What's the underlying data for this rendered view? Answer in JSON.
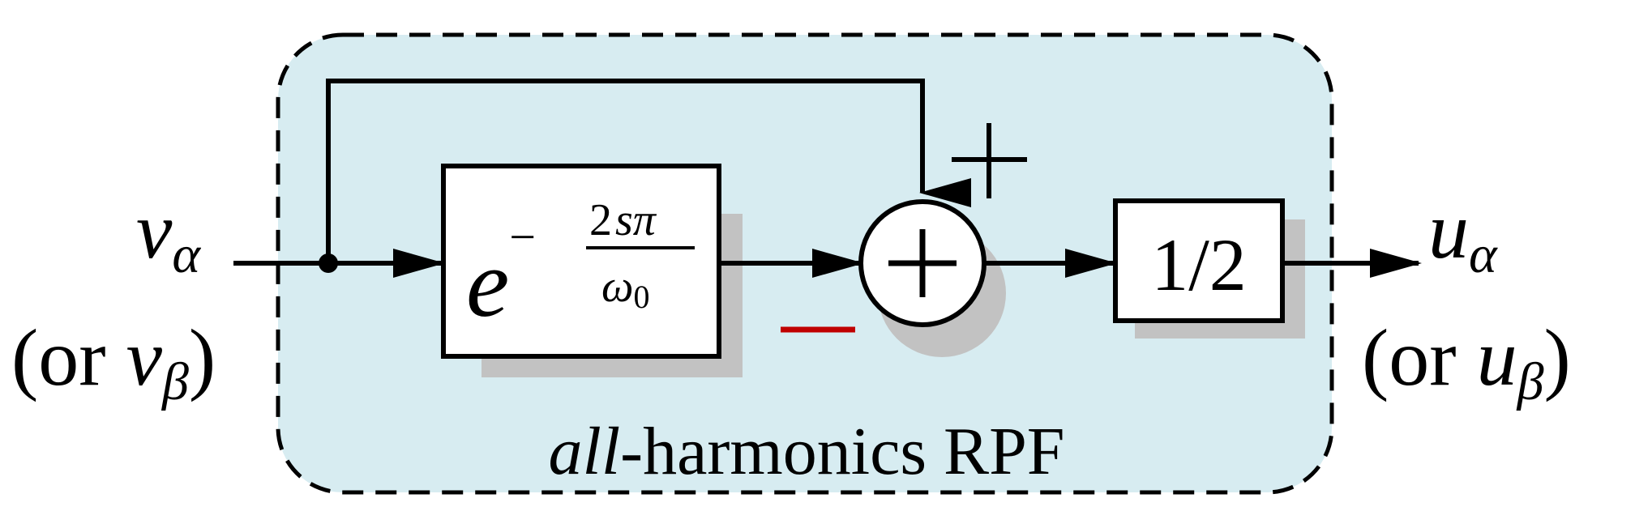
{
  "colors": {
    "background": "#ffffff",
    "panel_fill": "#d7ecf1",
    "shadow": "#c2c2c2",
    "line": "#000000",
    "minus": "#c00000"
  },
  "input": {
    "symbol": "v",
    "subscript": "α",
    "alt_open": "(or ",
    "alt_symbol": "v",
    "alt_subscript": "β",
    "alt_close": ")"
  },
  "output": {
    "symbol": "u",
    "subscript": "α",
    "alt_open": "(or ",
    "alt_symbol": "u",
    "alt_subscript": "β",
    "alt_close": ")"
  },
  "delay_block": {
    "base": "e",
    "sign": "−",
    "numerator_a": "2",
    "numerator_b": "sπ",
    "denominator_symbol": "ω",
    "denominator_subscript": "0"
  },
  "summer": {
    "symbol": "+",
    "top_sign": "+",
    "left_sign": "minus-bar"
  },
  "gain_block": {
    "label": "1/2"
  },
  "panel": {
    "label_italic": "all",
    "label_rest": "-harmonics RPF"
  }
}
